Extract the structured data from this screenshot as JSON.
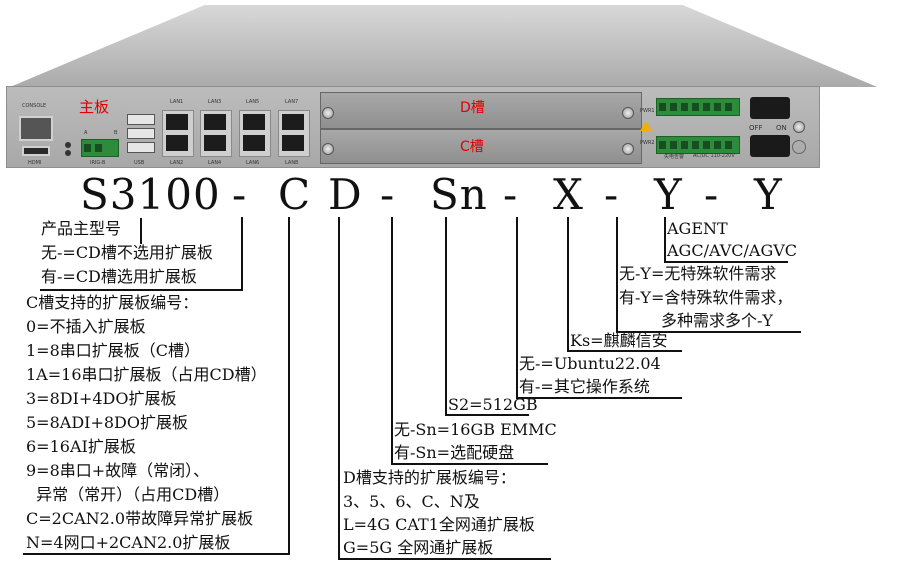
{
  "device": {
    "mainboard_label": "主板",
    "d_slot_label": "D槽",
    "c_slot_label": "C槽",
    "ports": {
      "console": "CONSOLE",
      "hdmi": "HDMI",
      "irig_a": "A",
      "irig_b": "B",
      "irig": "IRIG-B",
      "usb": "USB",
      "lan_top": [
        "LAN1",
        "LAN3",
        "LAN5",
        "LAN7"
      ],
      "lan_bottom": [
        "LAN2",
        "LAN4",
        "LAN6",
        "LAN8"
      ],
      "pwr1": "PWR1",
      "pwr2": "PWR2",
      "off": "OFF",
      "on": "ON",
      "power_spec": "AC/DC 110-220V",
      "alarm": "失电告警"
    }
  },
  "model_code": {
    "segments": [
      "S3100",
      "-",
      "C",
      "D",
      "-",
      "Sn",
      "-",
      "X",
      "-",
      "Y",
      "-",
      "Y"
    ]
  },
  "annotations": {
    "main_model": "产品主型号",
    "cd_none": "无-=CD槽不选用扩展板",
    "cd_has": "有-=CD槽选用扩展板",
    "c_slot": {
      "title": "C槽支持的扩展板编号：",
      "items": [
        "0=不插入扩展板",
        "1=8串口扩展板（C槽）",
        "1A=16串口扩展板（占用CD槽）",
        "3=8DI+4DO扩展板",
        "5=8ADI+8DO扩展板",
        "6=16AI扩展板",
        "9=8串口+故障（常闭）、",
        "  异常（常开）（占用CD槽）",
        "C=2CAN2.0带故障异常扩展板",
        "N=4网口+2CAN2.0扩展板"
      ]
    },
    "d_slot": {
      "title": "D槽支持的扩展板编号：",
      "items": [
        "3、5、6、C、N及",
        "L=4G CAT1全网通扩展板",
        "G=5G 全网通扩展板"
      ]
    },
    "sn": {
      "none": "无-Sn=16GB EMMC",
      "has": "有-Sn=选配硬盘",
      "s2": "S2=512GB"
    },
    "os": {
      "none": "无-=Ubuntu22.04",
      "has": "有-=其它操作系统",
      "ks": "Ks=麒麟信安"
    },
    "y": {
      "none": "无-Y=无特殊软件需求",
      "has": "有-Y=含特殊软件需求，",
      "multi": "多种需求多个-Y",
      "agent": "AGENT",
      "agc": "AGC/AVC/AGVC"
    }
  }
}
